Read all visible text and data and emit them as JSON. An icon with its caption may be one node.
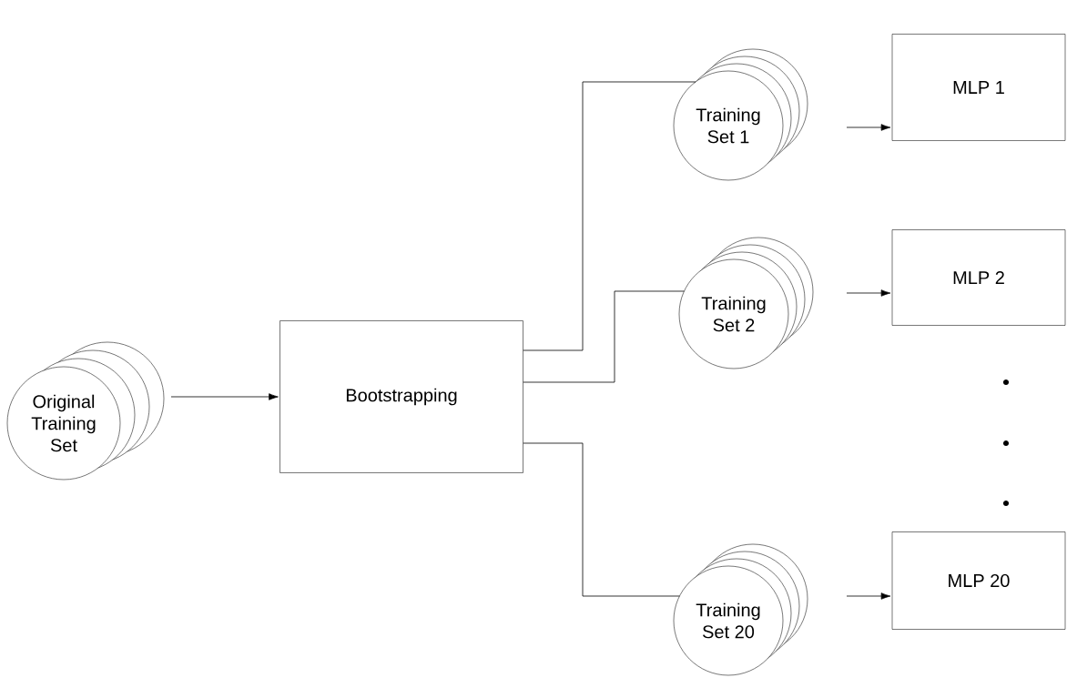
{
  "diagram": {
    "nodes": [
      {
        "text": [
          "Original Training Set"
        ]
      },
      {
        "text": [
          "Bootstrapping"
        ]
      },
      {
        "text": [
          "Training Set 1"
        ]
      },
      {
        "text": [
          "MLP 1"
        ]
      },
      {
        "text": [
          "Training Set 2"
        ]
      },
      {
        "text": [
          "MLP 2"
        ]
      },
      {
        "text": [
          "Training Set 20"
        ]
      },
      {
        "text": [
          "MLP 20"
        ]
      }
    ],
    "edges": [
      {
        "from": 0,
        "to": 1,
        "arrow": "to"
      },
      {
        "from": 1,
        "to": 2,
        "arrow": "none"
      },
      {
        "from": 1,
        "to": 4,
        "arrow": "none"
      },
      {
        "from": 1,
        "to": 6,
        "arrow": "none"
      },
      {
        "from": 2,
        "to": 3,
        "arrow": "to"
      },
      {
        "from": 4,
        "to": 5,
        "arrow": "to"
      },
      {
        "from": 6,
        "to": 7,
        "arrow": "to"
      }
    ]
  }
}
